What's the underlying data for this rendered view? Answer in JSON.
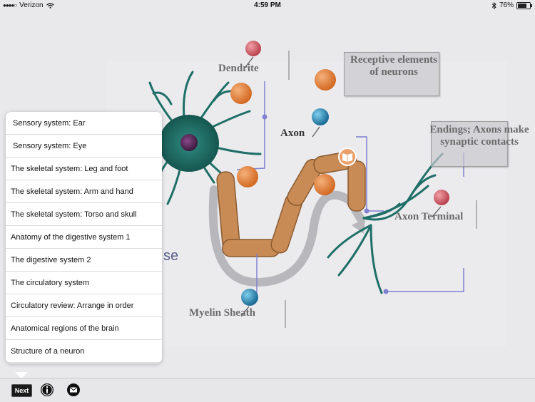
{
  "status": {
    "carrier": "Verizon",
    "time": "4:59 PM",
    "battery": "76%",
    "battery_level": 0.76
  },
  "diagram": {
    "labels": {
      "dendrite": "Dendrite",
      "axon": "Axon",
      "axon_terminal": "Axon Terminal",
      "myelin_sheath": "Myelin Sheath",
      "receptive_line1": "Receptive elements",
      "receptive_line2": "of neurons",
      "endings_line1": "Endings; Axons make",
      "endings_line2": "synaptic contacts",
      "partial_text": "se"
    },
    "colors": {
      "neuron": "#1f7a72",
      "myelin": "#c98b55",
      "pin_red": "#d2606a",
      "pin_blue": "#2a8cb2",
      "target_orange": "#e2813a",
      "connector": "#8080d0"
    }
  },
  "menu": {
    "items": [
      "Sensory system: Ear",
      "Sensory system: Eye",
      "The skeletal system: Leg and foot",
      "The skeletal system: Arm and hand",
      "The skeletal system: Torso and skull",
      "Anatomy of the digestive system 1",
      "The digestive system 2",
      "The circulatory system",
      "Circulatory review: Arrange in order",
      "Anatomical regions of the brain",
      "Structure of a neuron"
    ]
  },
  "toolbar": {
    "next_label": "Next",
    "info_icon": "info-icon",
    "mail_icon": "mail-icon"
  }
}
